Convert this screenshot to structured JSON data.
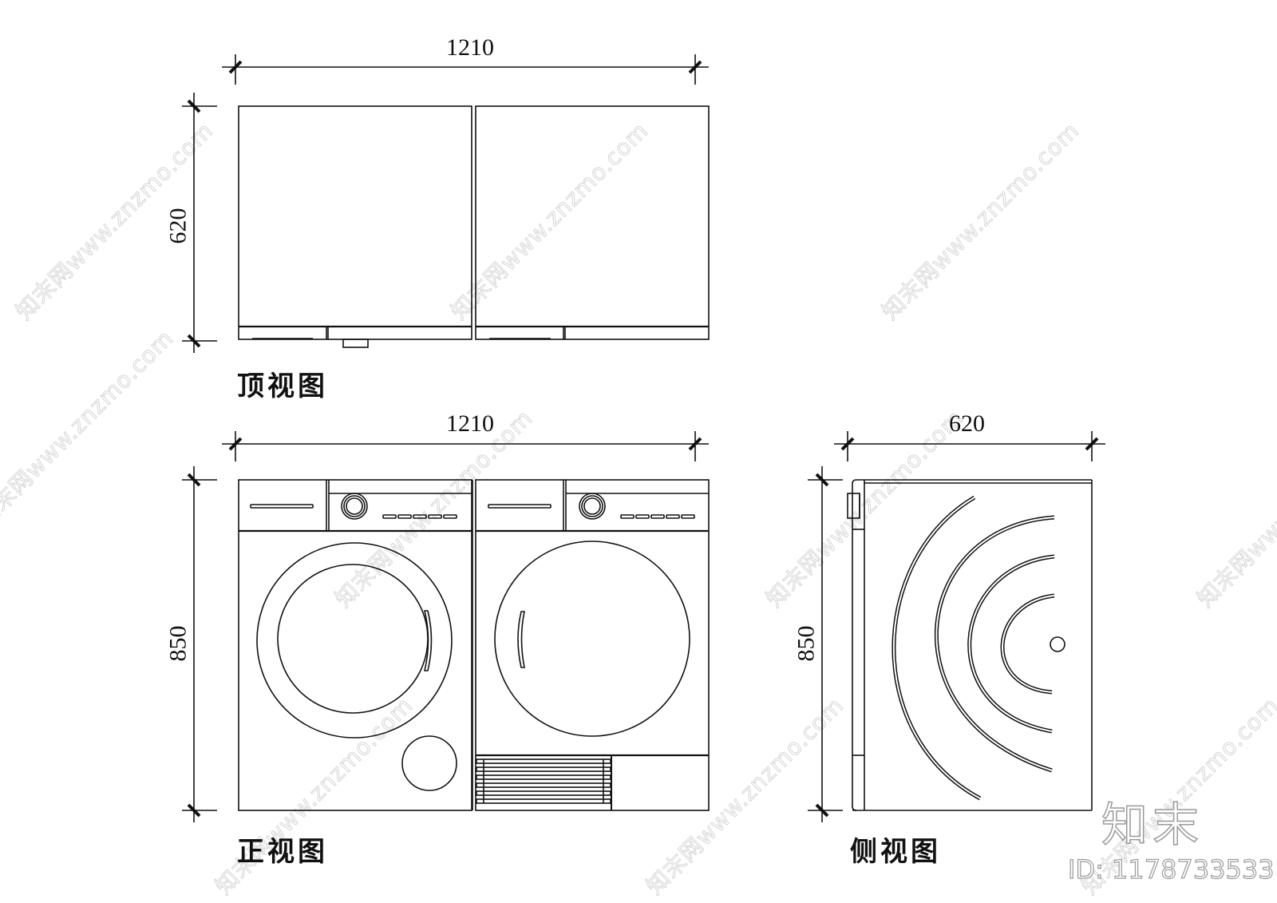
{
  "drawing": {
    "subject": "washer and dryer pair",
    "line_color": "#111111",
    "background": "#ffffff"
  },
  "top_view": {
    "title": "顶视图",
    "width_dim": "1210",
    "depth_dim": "620"
  },
  "front_view": {
    "title": "正视图",
    "width_dim": "1210",
    "height_dim": "850",
    "units": [
      {
        "type": "washer",
        "parts": [
          "detergent-drawer",
          "control-knob",
          "button-row",
          "door-ring",
          "door-glass",
          "door-handle",
          "filter-cap"
        ]
      },
      {
        "type": "dryer",
        "parts": [
          "detergent-drawer",
          "control-knob",
          "button-row",
          "door",
          "door-handle",
          "vent-grille",
          "base-panel"
        ]
      }
    ],
    "button_count_per_unit": 5
  },
  "side_view": {
    "title": "侧视图",
    "depth_dim": "620",
    "height_dim": "850",
    "arc_count": 4
  },
  "watermark": {
    "text": "知末网www.znzmo.com",
    "brand": "知末",
    "id_label": "ID: 1178733533",
    "color": "#d6d6d6"
  }
}
